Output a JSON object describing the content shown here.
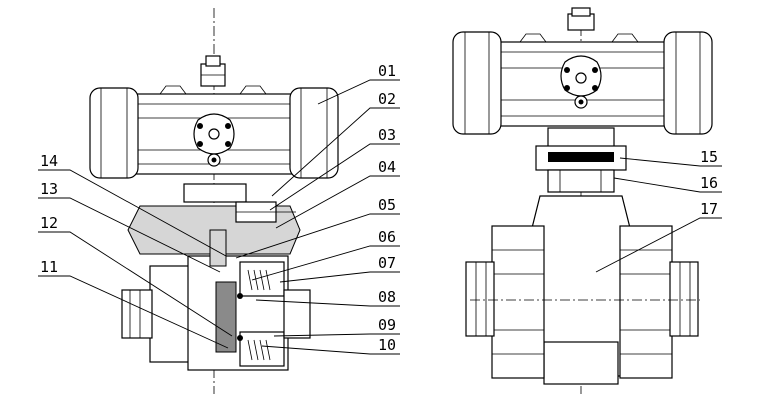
{
  "callouts": {
    "c01": "01",
    "c02": "02",
    "c03": "03",
    "c04": "04",
    "c05": "05",
    "c06": "06",
    "c07": "07",
    "c08": "08",
    "c09": "09",
    "c10": "10",
    "c11": "11",
    "c12": "12",
    "c13": "13",
    "c14": "14",
    "c15": "15",
    "c16": "16",
    "c17": "17"
  }
}
